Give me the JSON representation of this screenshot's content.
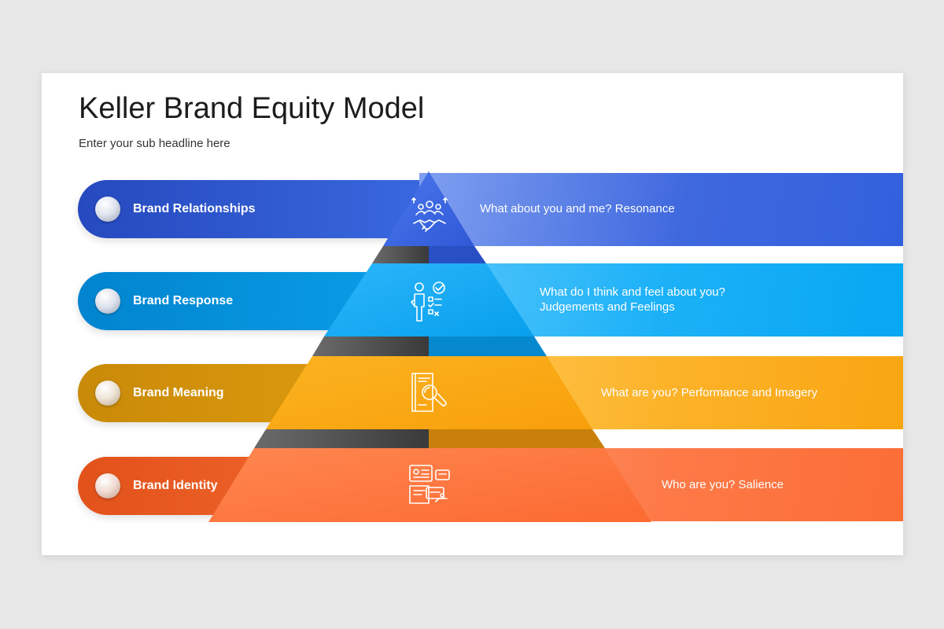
{
  "title": "Keller Brand Equity Model",
  "subtitle": "Enter your sub headline here",
  "levels": [
    {
      "label": "Brand Relationships",
      "description": "What about you and me? Resonance",
      "icon": "handshake-team-icon",
      "color": "#3a62dc"
    },
    {
      "label": "Brand Response",
      "description": "What do I think and feel about you?",
      "description_line2": "Judgements and Feelings",
      "icon": "person-checklist-icon",
      "color": "#05a3ef"
    },
    {
      "label": "Brand Meaning",
      "description": "What are you? Performance and Imagery",
      "icon": "document-search-icon",
      "color": "#faa310"
    },
    {
      "label": "Brand Identity",
      "description": "Who are you? Salience",
      "icon": "id-cards-icon",
      "color": "#fd6f37"
    }
  ]
}
